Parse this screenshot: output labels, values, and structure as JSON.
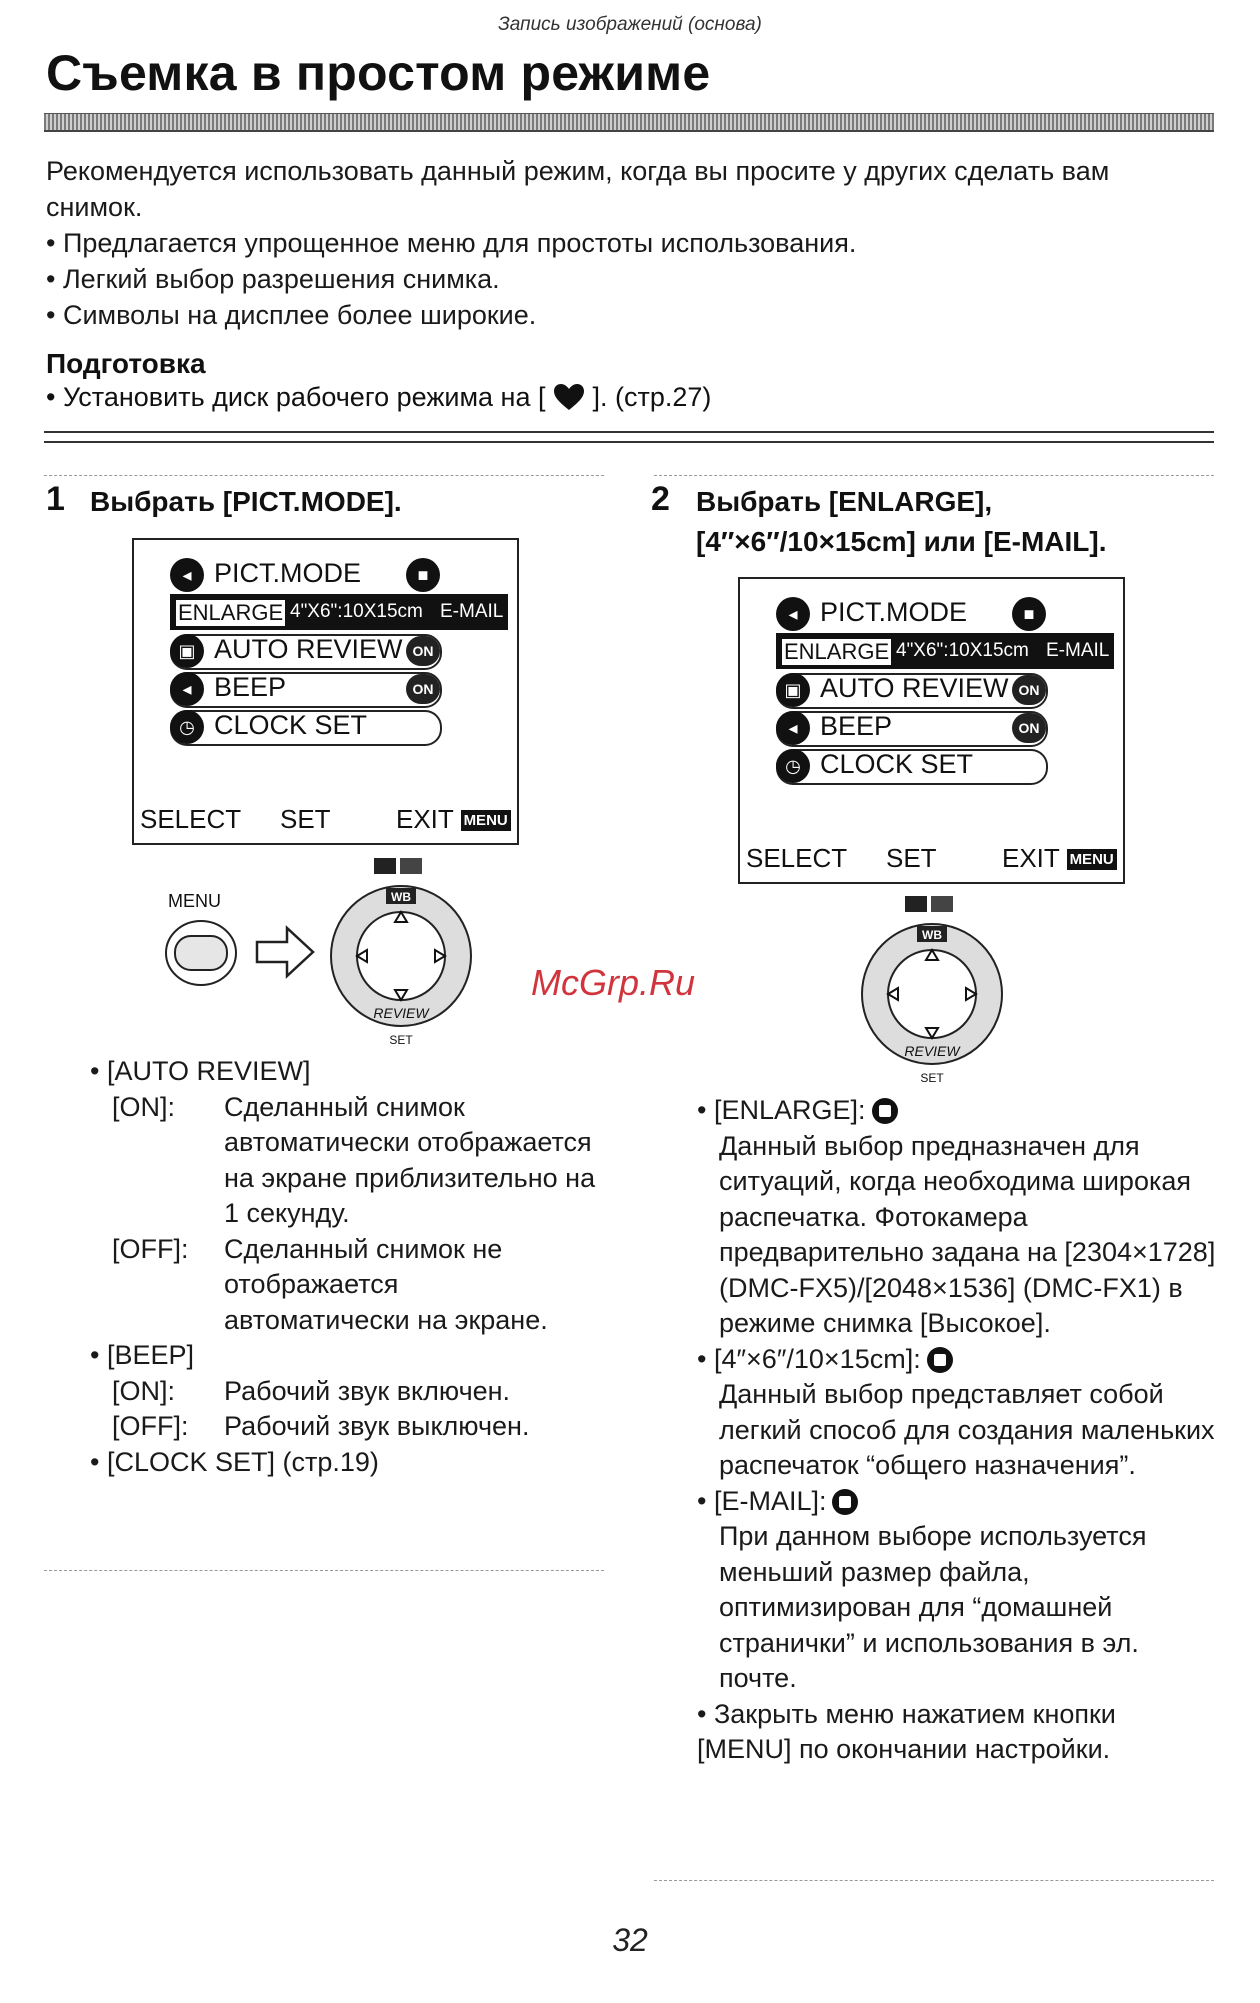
{
  "header": {
    "section": "Запись изображений (основа)",
    "title": "Съемка в простом режиме"
  },
  "intro": {
    "lead": "Рекомендуется использовать данный режим, когда вы просите у других сделать вам снимок.",
    "bullets": [
      "• Предлагается упрощенное меню для простоты использования.",
      "• Легкий выбор разрешения снимка.",
      "• Символы на дисплее более широкие."
    ]
  },
  "prep": {
    "title": "Подготовка",
    "line_pre": "• Установить диск рабочего режима на [",
    "line_post": "]. (стр.27)"
  },
  "step1": {
    "number": "1",
    "title": "Выбрать [PICT.MODE].",
    "menu_label": "MENU",
    "set_label": "SET",
    "review_label": "REVIEW",
    "wb_label": "WB"
  },
  "step2": {
    "number": "2",
    "title_line1": "Выбрать [ENLARGE],",
    "title_line2": "[4″×6″/10×15cm] или [E-MAIL].",
    "set_label": "SET",
    "review_label": "REVIEW",
    "wb_label": "WB"
  },
  "lcd": {
    "title": "PICT.MODE",
    "enlarge": "ENLARGE",
    "size": "4\"X6\":10X15cm",
    "email": "E-MAIL",
    "auto_review": "AUTO REVIEW",
    "beep": "BEEP",
    "clock_set": "CLOCK SET",
    "on": "ON",
    "foot_select": "SELECT",
    "foot_set": "SET",
    "foot_exit": "EXIT",
    "foot_menu": "MENU"
  },
  "left_col": {
    "auto_review_head": "• [AUTO REVIEW]",
    "ar_on_label": "[ON]:",
    "ar_on_text": "Сделанный снимок автоматически отображается на экране приблизительно на 1 секунду.",
    "ar_off_label": "[OFF]:",
    "ar_off_text": "Сделанный снимок не отображается автоматически на экране.",
    "beep_head": "• [BEEP]",
    "beep_on_label": "[ON]:",
    "beep_on_text": "Рабочий звук включен.",
    "beep_off_label": "[OFF]:",
    "beep_off_text": "Рабочий звук выключен.",
    "clock_line": "• [CLOCK SET] (стр.19)"
  },
  "right_col": {
    "enlarge_head": "• [ENLARGE]:",
    "enlarge_text": "Данный выбор предназначен для ситуаций, когда необходима широкая распечатка. Фотокамера предварительно задана на [2304×1728] (DMC-FX5)/[2048×1536] (DMC-FX1) в режиме снимка [Высокое].",
    "size_head": "• [4″×6″/10×15cm]:",
    "size_text": "Данный выбор представляет собой легкий способ для создания маленьких распечаток “общего назначения”.",
    "email_head": "• [E-MAIL]:",
    "email_text": "При данном выборе используется меньший размер файла, оптимизирован для “домашней странички” и использования в эл. почте.",
    "close_text": "• Закрыть меню нажатием кнопки [MENU] по окончании настройки."
  },
  "watermark": "McGrp.Ru",
  "page_number": "32"
}
